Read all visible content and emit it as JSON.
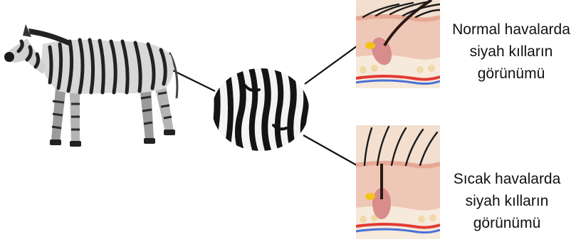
{
  "captions": {
    "normal": {
      "line1": "Normal havalarda",
      "line2": "siyah kılların",
      "line3": "görünümü"
    },
    "hot": {
      "line1": "Sıcak havalarda",
      "line2": "siyah kılların",
      "line3": "görünümü"
    }
  },
  "colors": {
    "stripe": "#141414",
    "skin_upper": "#efc7b6",
    "skin_lower": "#f3dfcf",
    "epidermis": "#e6a894",
    "fat": "#f6eadc",
    "blood_red": "#e23a35",
    "blood_blue": "#4a70d6",
    "gland": "#f2c418"
  }
}
